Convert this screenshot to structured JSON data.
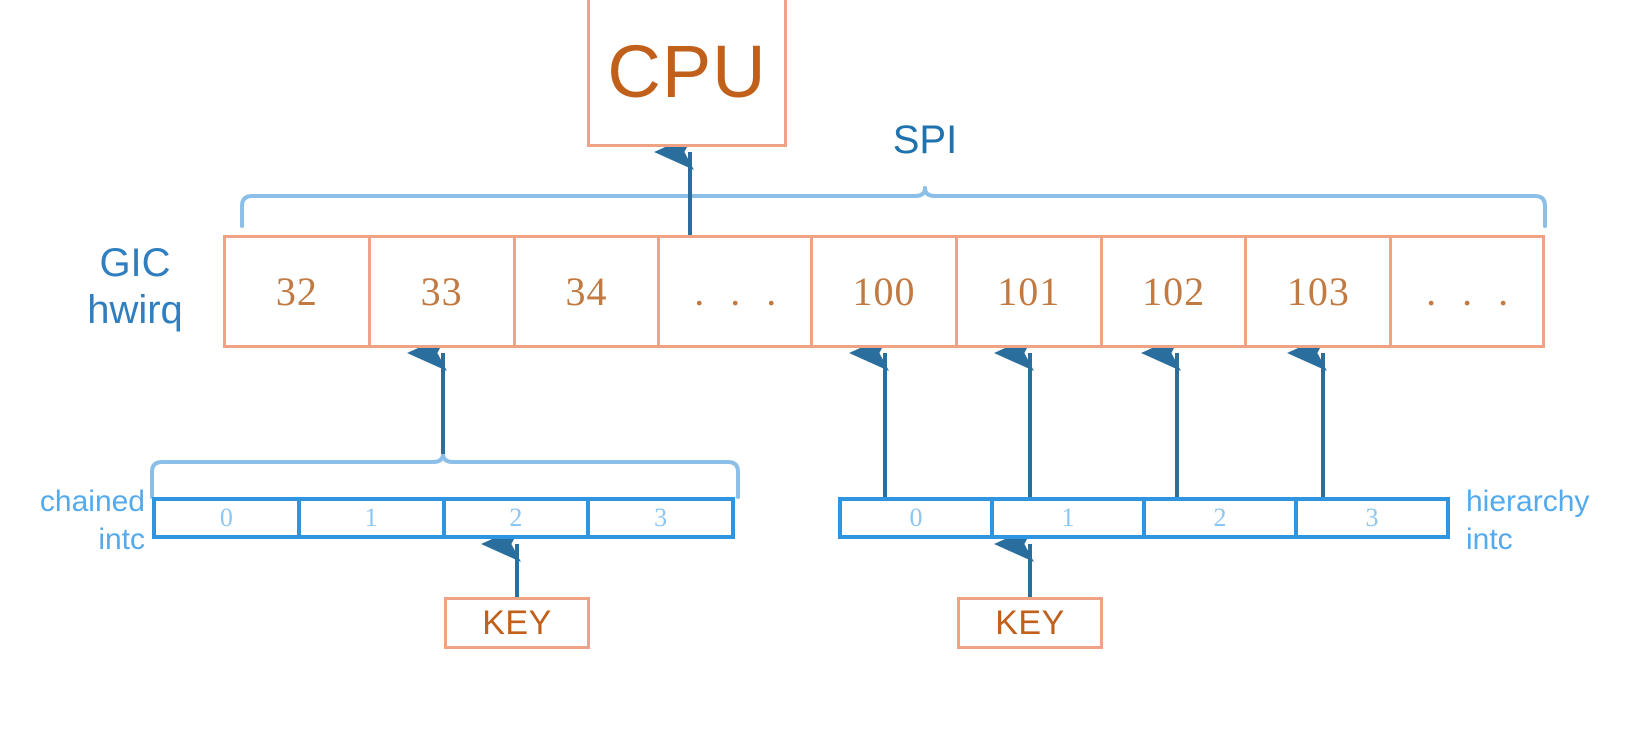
{
  "diagram": {
    "title": "GIC hwirq interrupt mapping",
    "colors": {
      "orange_border": "#f0a285",
      "orange_text": "#c0601a",
      "serif_orange": "#c07a42",
      "blue_dark": "#1f72ae",
      "blue_mid": "#2f7fc0",
      "blue_box": "#2f95e0",
      "blue_light": "#55aaec",
      "blue_pale": "#8cc6f2",
      "brace": "#8cbfe8",
      "arrow": "#2a6e9e"
    }
  },
  "cpu": {
    "label": "CPU"
  },
  "spi": {
    "label": "SPI"
  },
  "gic": {
    "label": "GIC\nhwirq",
    "label_line1": "GIC",
    "label_line2": "hwirq",
    "cells": [
      "32",
      "33",
      "34",
      ". . .",
      "100",
      "101",
      "102",
      "103",
      ". . ."
    ]
  },
  "chained_intc": {
    "label_line1": "chained",
    "label_line2": "intc",
    "cells": [
      "0",
      "1",
      "2",
      "3"
    ]
  },
  "hierarchy_intc": {
    "label_line1": "hierarchy",
    "label_line2": "intc",
    "cells": [
      "0",
      "1",
      "2",
      "3"
    ]
  },
  "keys": [
    {
      "label": "KEY"
    },
    {
      "label": "KEY"
    }
  ]
}
